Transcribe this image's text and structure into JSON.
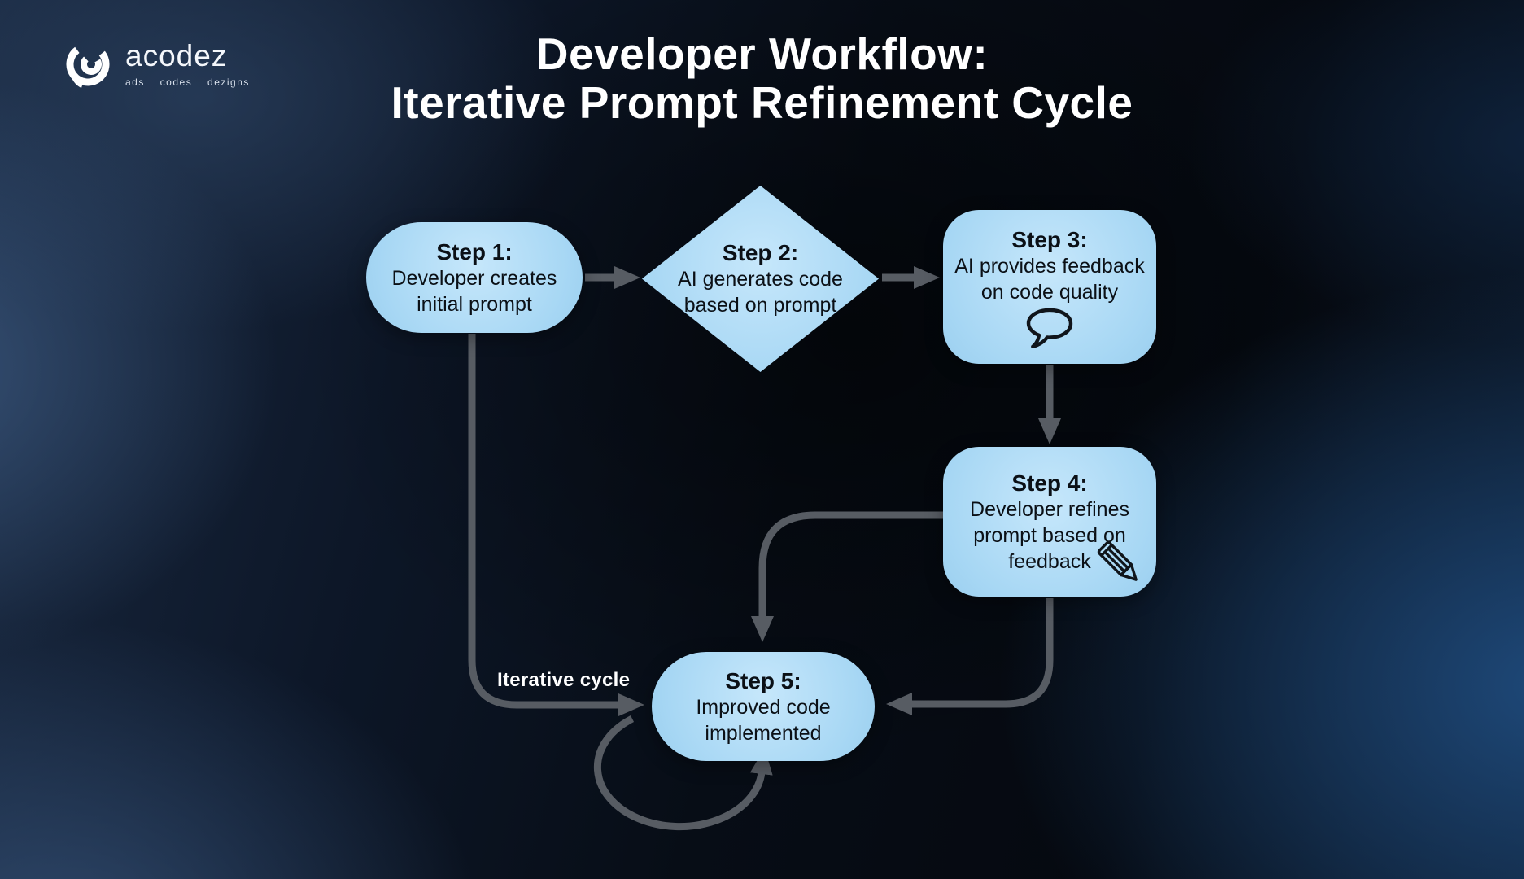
{
  "theme": {
    "box-fill": "#a7d7f4",
    "box-fill-light": "#c6e7fb",
    "box-text": "#0b1016",
    "arrow": "#575c63",
    "title-color": "#ffffff"
  },
  "logo": {
    "name": "acodez",
    "tagline": "ads codes dezigns"
  },
  "title": {
    "line1": "Developer Workflow:",
    "line2": "Iterative Prompt Refinement Cycle"
  },
  "steps": [
    {
      "label": "Step 1:",
      "text": "Developer creates initial prompt",
      "shape": "pill"
    },
    {
      "label": "Step 2:",
      "text": "AI generates code based on prompt",
      "shape": "diamond"
    },
    {
      "label": "Step 3:",
      "text": "AI provides feedback on code quality",
      "shape": "rounded",
      "icon": "speech-bubble-icon"
    },
    {
      "label": "Step 4:",
      "text": "Developer refines prompt based on feedback",
      "shape": "rounded",
      "icon": "pencil-icon"
    },
    {
      "label": "Step 5:",
      "text": "Improved code implemented",
      "shape": "pill"
    }
  ],
  "labels": {
    "iterative_cycle": "Iterative cycle"
  },
  "connections": [
    {
      "from": "step-1",
      "to": "step-2"
    },
    {
      "from": "step-2",
      "to": "step-3"
    },
    {
      "from": "step-3",
      "to": "step-4"
    },
    {
      "from": "step-4",
      "to": "step-5",
      "via": "top"
    },
    {
      "from": "step-4",
      "to": "step-5",
      "via": "right"
    },
    {
      "from": "step-1",
      "to": "step-5",
      "label": "Iterative cycle"
    },
    {
      "from": "step-5",
      "to": "step-5",
      "type": "self-loop"
    }
  ]
}
